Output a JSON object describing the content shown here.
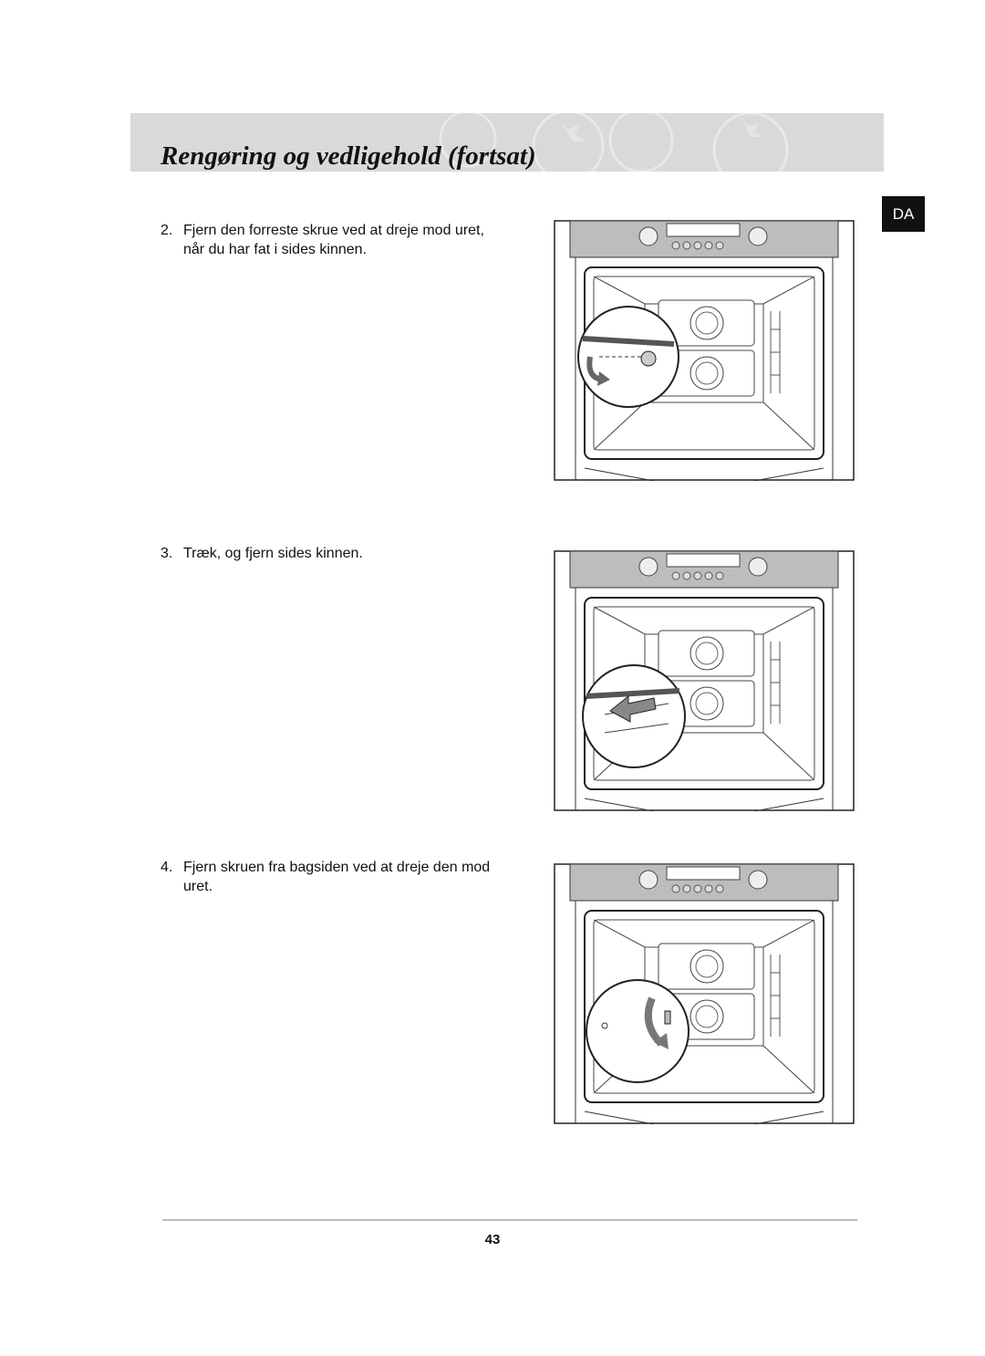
{
  "header": {
    "title": "Rengøring og vedligehold (fortsat)"
  },
  "language_tab": "DA",
  "steps": [
    {
      "number": "2.",
      "text": "Fjern den forreste skrue ved at dreje mod uret, når du har fat i sides kinnen."
    },
    {
      "number": "3.",
      "text": "Træk, og fjern sides kinnen."
    },
    {
      "number": "4.",
      "text": "Fjern skruen fra bagsiden ved at dreje den mod uret."
    }
  ],
  "footer": {
    "page_number": "43"
  }
}
